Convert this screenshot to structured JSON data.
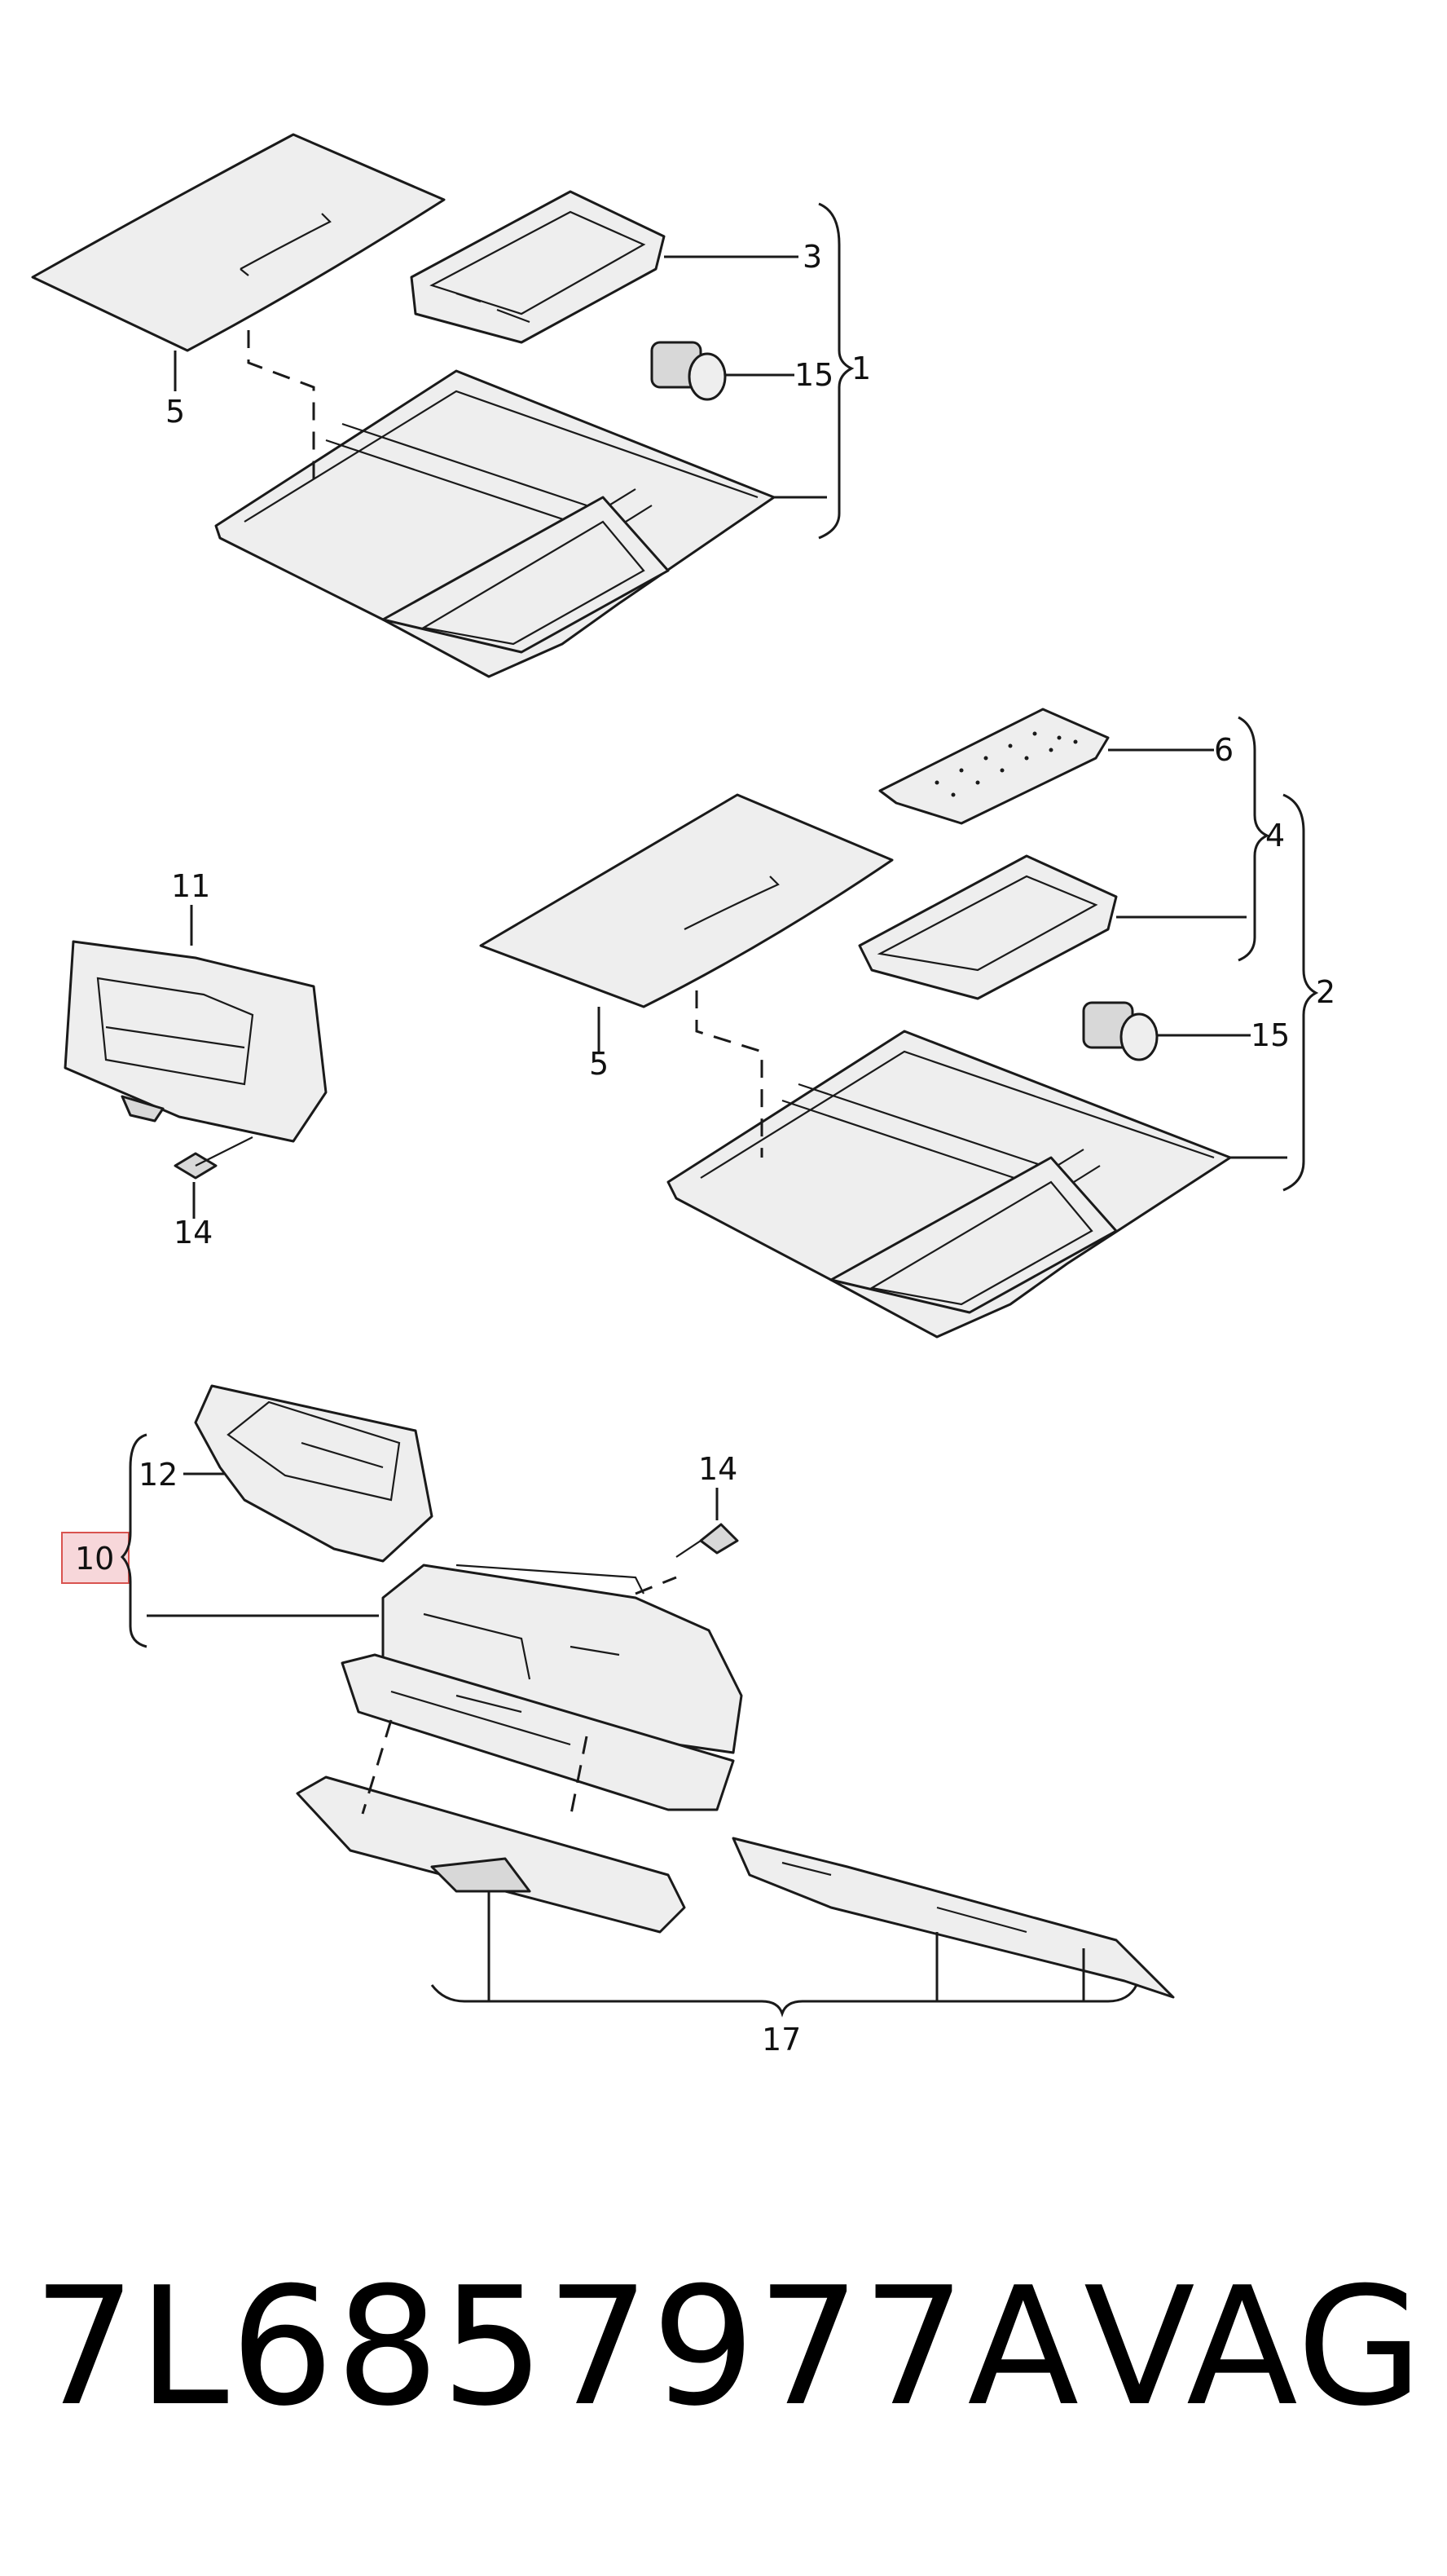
{
  "callouts": {
    "c1": "1",
    "c2": "2",
    "c3": "3",
    "c4": "4",
    "c5a": "5",
    "c5b": "5",
    "c6": "6",
    "c10": "10",
    "c11": "11",
    "c12": "12",
    "c14a": "14",
    "c14b": "14",
    "c15a": "15",
    "c15b": "15",
    "c17": "17"
  },
  "footer": {
    "part_number": "7L6857977A",
    "brand": "VAG"
  },
  "colors": {
    "highlight_fill": "#f7d7da",
    "highlight_stroke": "#d9534f",
    "line": "#1a1a1a",
    "part_fill": "#eeeeee"
  }
}
